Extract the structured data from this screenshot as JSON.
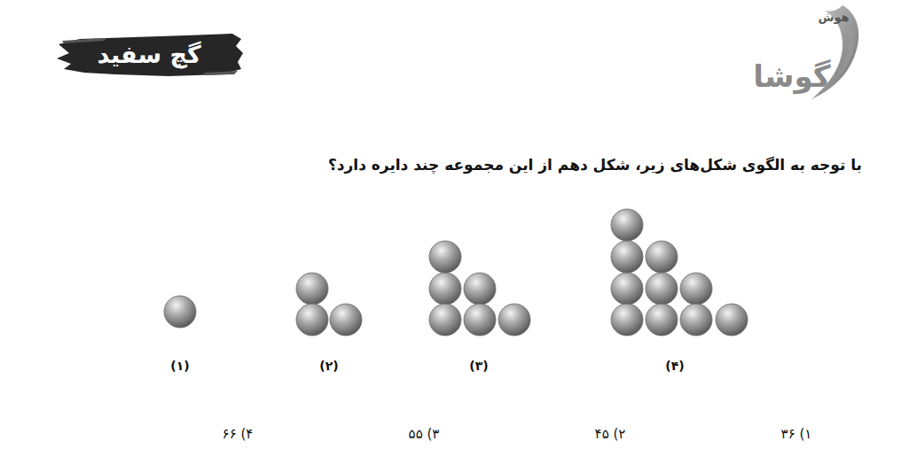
{
  "diagram": {
    "title": "با توجه به الگوی شکل‌های زیر، شکل دهم از این مجموعه چند دایره دارد؟",
    "labels": [
      "گچ سفید",
      "هوش",
      "گوشا",
      "(۱)",
      "(۲)",
      "(۳)",
      "(۴)",
      "۱) ۳۶",
      "۲) ۴۵",
      "۳) ۵۵",
      "۴) ۶۶"
    ]
  }
}
